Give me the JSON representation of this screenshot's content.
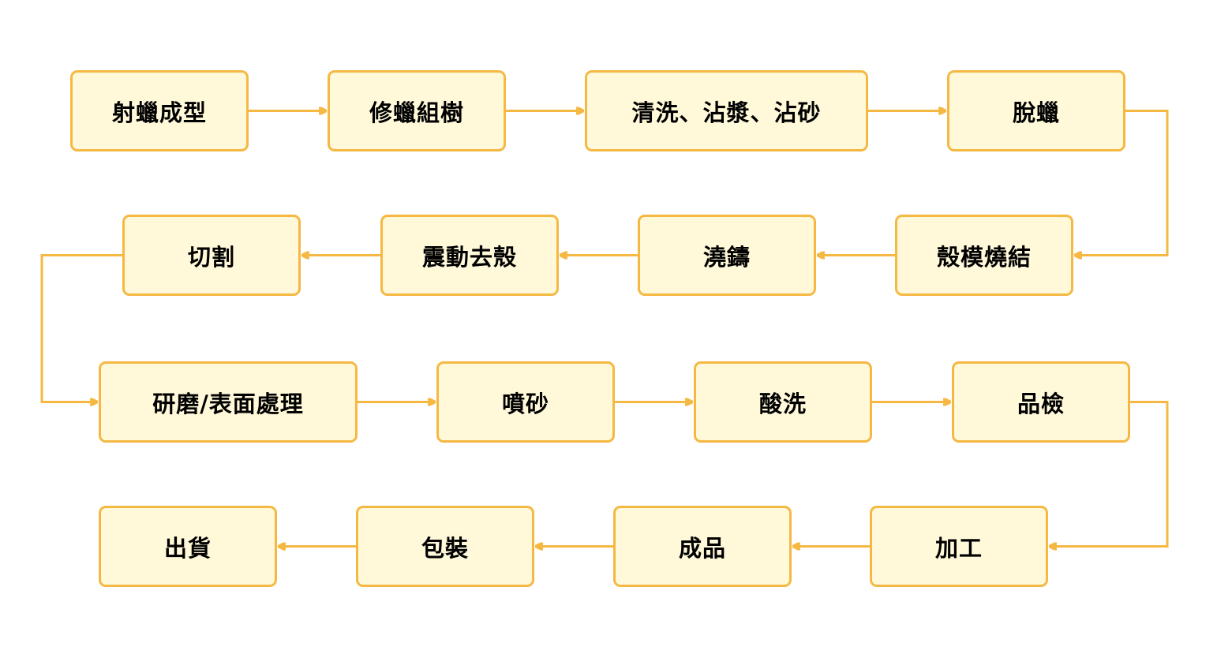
{
  "diagram": {
    "type": "process-flowchart",
    "colors": {
      "node_fill": "#fff9d9",
      "node_border": "#f5b843",
      "connector": "#f5b843",
      "text": "#000000"
    },
    "steps": [
      {
        "id": "s1",
        "label": "射蠟成型"
      },
      {
        "id": "s2",
        "label": "修蠟組樹"
      },
      {
        "id": "s3",
        "label": "清洗、沾漿、沾砂"
      },
      {
        "id": "s4",
        "label": "脫蠟"
      },
      {
        "id": "s5",
        "label": "殼模燒結"
      },
      {
        "id": "s6",
        "label": "澆鑄"
      },
      {
        "id": "s7",
        "label": "震動去殼"
      },
      {
        "id": "s8",
        "label": "切割"
      },
      {
        "id": "s9",
        "label": "研磨/表面處理"
      },
      {
        "id": "s10",
        "label": "噴砂"
      },
      {
        "id": "s11",
        "label": "酸洗"
      },
      {
        "id": "s12",
        "label": "品檢"
      },
      {
        "id": "s13",
        "label": "加工"
      },
      {
        "id": "s14",
        "label": "成品"
      },
      {
        "id": "s15",
        "label": "包裝"
      },
      {
        "id": "s16",
        "label": "出貨"
      }
    ],
    "edges": [
      {
        "from": "s1",
        "to": "s2"
      },
      {
        "from": "s2",
        "to": "s3"
      },
      {
        "from": "s3",
        "to": "s4"
      },
      {
        "from": "s4",
        "to": "s5"
      },
      {
        "from": "s5",
        "to": "s6"
      },
      {
        "from": "s6",
        "to": "s7"
      },
      {
        "from": "s7",
        "to": "s8"
      },
      {
        "from": "s8",
        "to": "s9"
      },
      {
        "from": "s9",
        "to": "s10"
      },
      {
        "from": "s10",
        "to": "s11"
      },
      {
        "from": "s11",
        "to": "s12"
      },
      {
        "from": "s12",
        "to": "s13"
      },
      {
        "from": "s13",
        "to": "s14"
      },
      {
        "from": "s14",
        "to": "s15"
      },
      {
        "from": "s15",
        "to": "s16"
      }
    ]
  }
}
